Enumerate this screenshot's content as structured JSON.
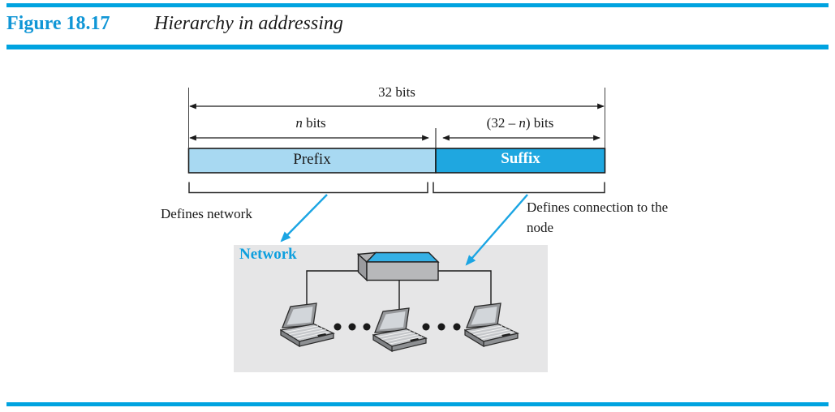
{
  "figure": {
    "number": "Figure 18.17",
    "caption": "Hierarchy in addressing"
  },
  "address": {
    "total_bits_label": "32 bits",
    "n_bits_italic": "n",
    "n_bits_rest": " bits",
    "rem_bits_pre": "(32 – ",
    "rem_bits_italic": "n",
    "rem_bits_post": ") bits",
    "prefix_label": "Prefix",
    "suffix_label": "Suffix"
  },
  "annotations": {
    "defines_network": "Defines network",
    "defines_connection": "Defines connection to the node",
    "network_label": "Network"
  },
  "colors": {
    "accent_rule": "#00a3e0",
    "title_blue": "#1096d6",
    "prefix_fill": "#a8d9f2",
    "suffix_fill": "#1fa7e0",
    "hub_top": "#35b0e5",
    "panel_gray": "#e6e6e7",
    "arrow_blue": "#1ba5e3",
    "line_black": "#1a1a1a"
  }
}
